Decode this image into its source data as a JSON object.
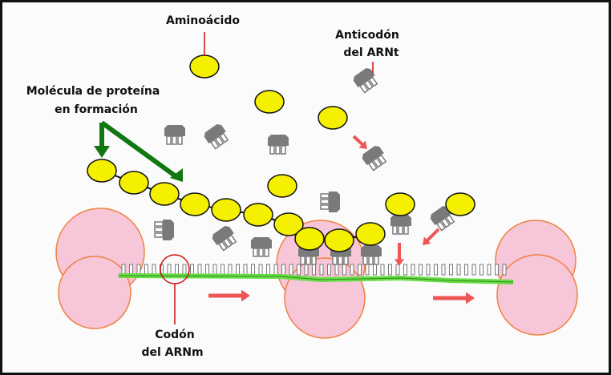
{
  "labels": {
    "amino": "Aminoácido",
    "anticodon_1": "Anticodón",
    "anticodon_2": "del ARNt",
    "protein_1": "Molécula de proteína",
    "protein_2": "en formación",
    "codon_1": "Codón",
    "codon_2": "del ARNm"
  },
  "colors": {
    "amino": "#f5f000",
    "ribosome": "#f7c6d8",
    "ribosome_stroke": "#f08040",
    "mrna": "#66dd44",
    "trna": "#7a7a7a",
    "arrow_red": "#ee5555",
    "arrow_green": "#117711"
  }
}
